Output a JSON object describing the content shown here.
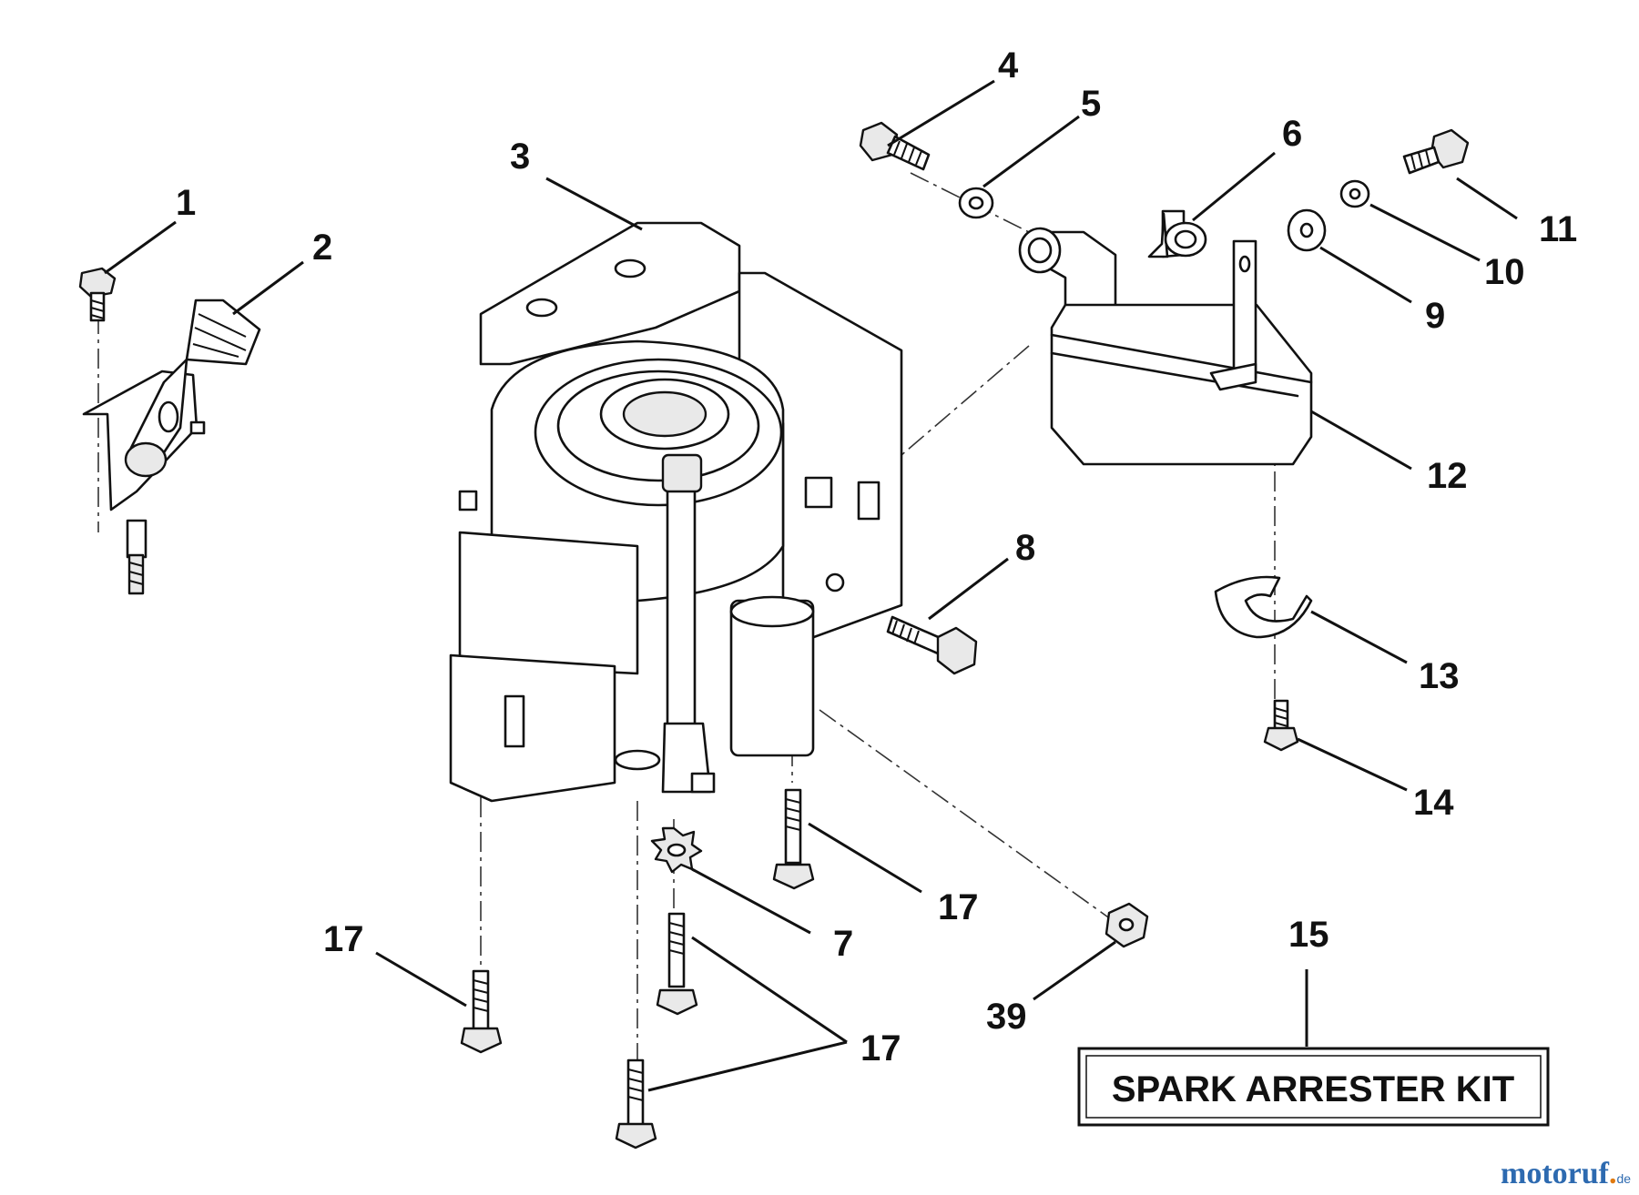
{
  "diagram": {
    "kit_box": {
      "item": "15",
      "label": "SPARK ARRESTER KIT"
    },
    "callouts": [
      {
        "id": "c1",
        "text": "1"
      },
      {
        "id": "c2",
        "text": "2"
      },
      {
        "id": "c3",
        "text": "3"
      },
      {
        "id": "c4",
        "text": "4"
      },
      {
        "id": "c5",
        "text": "5"
      },
      {
        "id": "c6",
        "text": "6"
      },
      {
        "id": "c7",
        "text": "7"
      },
      {
        "id": "c8",
        "text": "8"
      },
      {
        "id": "c9",
        "text": "9"
      },
      {
        "id": "c10",
        "text": "10"
      },
      {
        "id": "c11",
        "text": "11"
      },
      {
        "id": "c12",
        "text": "12"
      },
      {
        "id": "c13",
        "text": "13"
      },
      {
        "id": "c14",
        "text": "14"
      },
      {
        "id": "c17a",
        "text": "17"
      },
      {
        "id": "c17b",
        "text": "17"
      },
      {
        "id": "c17c",
        "text": "17"
      },
      {
        "id": "c39",
        "text": "39"
      }
    ]
  },
  "watermark": {
    "main": "motoruf",
    "dot": ".",
    "suffix": "de",
    "accent_color": "#e07a10",
    "brand_color": "#2d6ab0"
  }
}
